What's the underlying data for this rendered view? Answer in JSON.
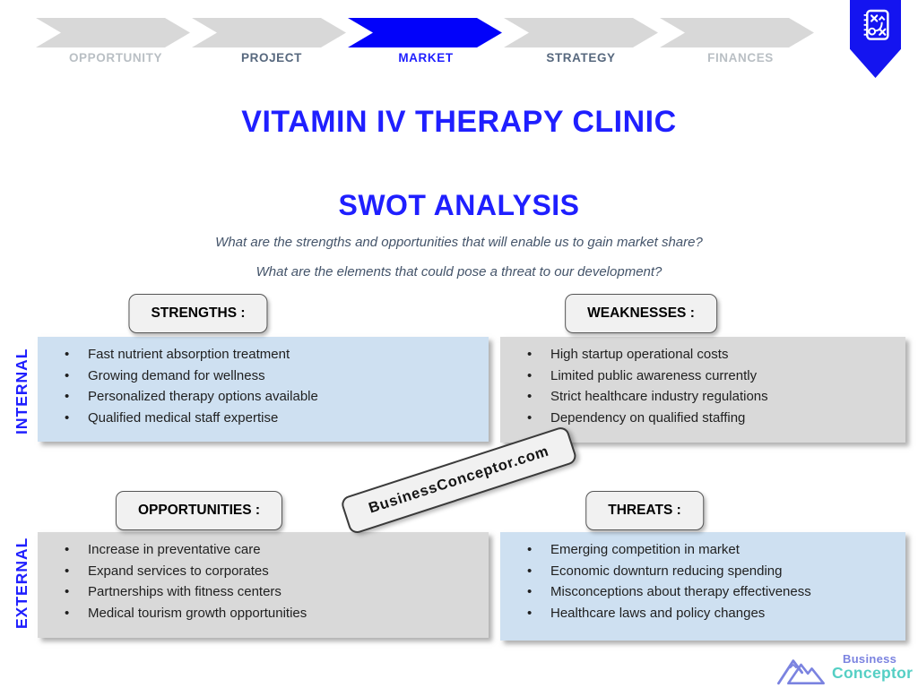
{
  "nav": {
    "steps": [
      {
        "label": "OPPORTUNITY",
        "state": "inactive"
      },
      {
        "label": "PROJECT",
        "state": "inactive"
      },
      {
        "label": "MARKET",
        "state": "active"
      },
      {
        "label": "STRATEGY",
        "state": "inactive"
      },
      {
        "label": "FINANCES",
        "state": "inactive"
      }
    ]
  },
  "badge": {
    "icon": "strategy-playbook-icon"
  },
  "titles": {
    "main": "VITAMIN IV THERAPY CLINIC",
    "section": "SWOT ANALYSIS"
  },
  "questions": [
    "What are the strengths and opportunities that will enable us to gain market share?",
    "What are the elements that could pose a threat to our development?"
  ],
  "axis_labels": {
    "internal": "INTERNAL",
    "external": "EXTERNAL"
  },
  "quadrants": {
    "strengths": {
      "title": "STRENGTHS :",
      "items": [
        "Fast nutrient absorption treatment",
        "Growing demand for wellness",
        "Personalized therapy options available",
        "Qualified medical staff expertise"
      ]
    },
    "weaknesses": {
      "title": "WEAKNESSES :",
      "items": [
        "High startup operational costs",
        "Limited public awareness currently",
        "Strict healthcare industry regulations",
        "Dependency on qualified staffing"
      ]
    },
    "opportunities": {
      "title": "OPPORTUNITIES :",
      "items": [
        "Increase in preventative care",
        "Expand services to corporates",
        "Partnerships with fitness centers",
        "Medical tourism growth opportunities"
      ]
    },
    "threats": {
      "title": "THREATS :",
      "items": [
        "Emerging competition in market",
        "Economic downturn reducing spending",
        "Misconceptions about therapy effectiveness",
        "Healthcare laws and policy changes"
      ]
    }
  },
  "watermark": {
    "text": "BusinessConceptor.com"
  },
  "logo": {
    "line1": "Business",
    "line2": "Conceptor"
  },
  "colors": {
    "accent_blue": "#1f1fff",
    "chevron_blue": "#0202fa",
    "chevron_gray": "#d8d8d8",
    "slate_text": "#44546a",
    "muted_label": "#b9bfc4",
    "panel_blue": "#cee0f1",
    "panel_gray": "#d9d9d9",
    "logo_purple": "#7b83e0",
    "logo_teal": "#54cfc4"
  }
}
